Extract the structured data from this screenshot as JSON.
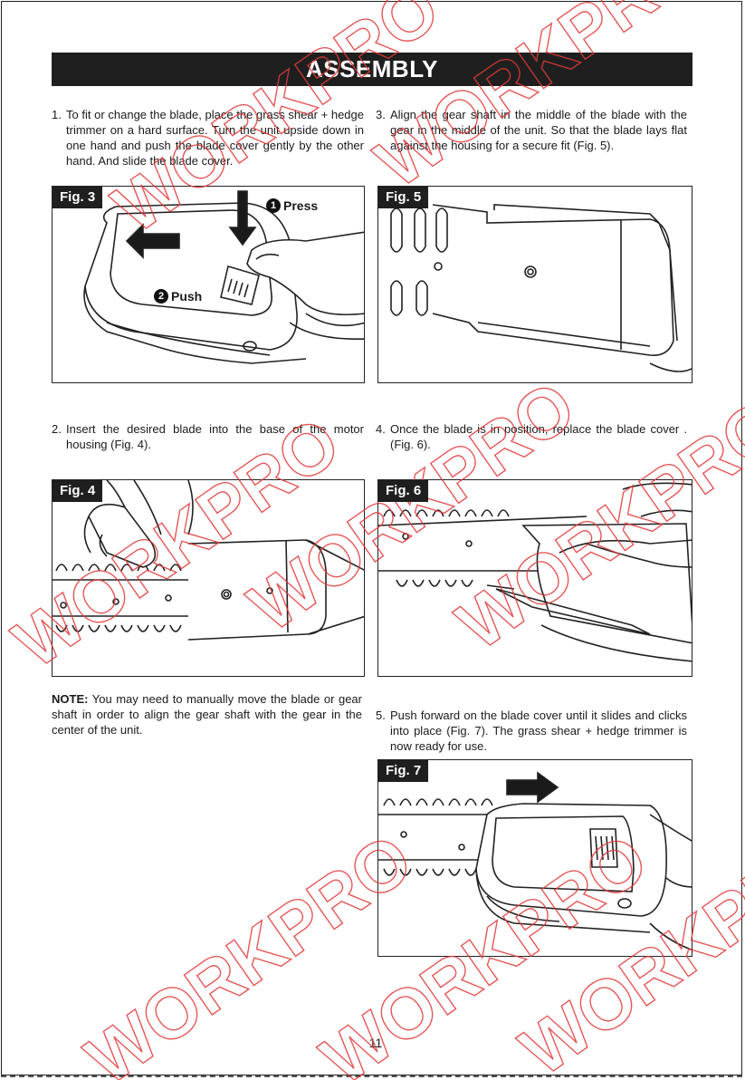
{
  "page": {
    "title": "ASSEMBLY",
    "page_number": "11",
    "watermark_text": "WORKPRO"
  },
  "steps": [
    {
      "num": "1.",
      "text": "To fit or change the blade, place the grass shear + hedge trimmer on a hard surface. Turn the unit upside down in one hand and  push the blade cover gently by the other hand. And slide the blade cover."
    },
    {
      "num": "2.",
      "text": "Insert the desired blade into the base of the motor housing (Fig. 4)."
    },
    {
      "num": "3.",
      "text": "Align the gear shaft in the middle of the blade with the gear in the middle of the unit. So that the blade lays flat against the housing for a secure fit (Fig. 5)."
    },
    {
      "num": "4.",
      "text": "Once the blade is in position, replace the blade cover .(Fig. 6)."
    },
    {
      "num": "5.",
      "text": "Push forward on the blade cover until it slides and clicks into place (Fig. 7). The grass shear + hedge trimmer is now ready for use."
    }
  ],
  "note": {
    "label": "NOTE:",
    "text": " You may need to manually move the blade or gear shaft in order to align the gear shaft with the gear in the center of the unit."
  },
  "figures": {
    "fig3": {
      "label": "Fig. 3",
      "callout1_num": "1",
      "callout1_text": "Press",
      "callout2_num": "2",
      "callout2_text": "Push"
    },
    "fig4": {
      "label": "Fig. 4"
    },
    "fig5": {
      "label": "Fig. 5"
    },
    "fig6": {
      "label": "Fig. 6"
    },
    "fig7": {
      "label": "Fig. 7"
    }
  },
  "colors": {
    "title_bar": "#1f1f1f",
    "watermark": "#e03a3a",
    "line_art": "#222222"
  }
}
